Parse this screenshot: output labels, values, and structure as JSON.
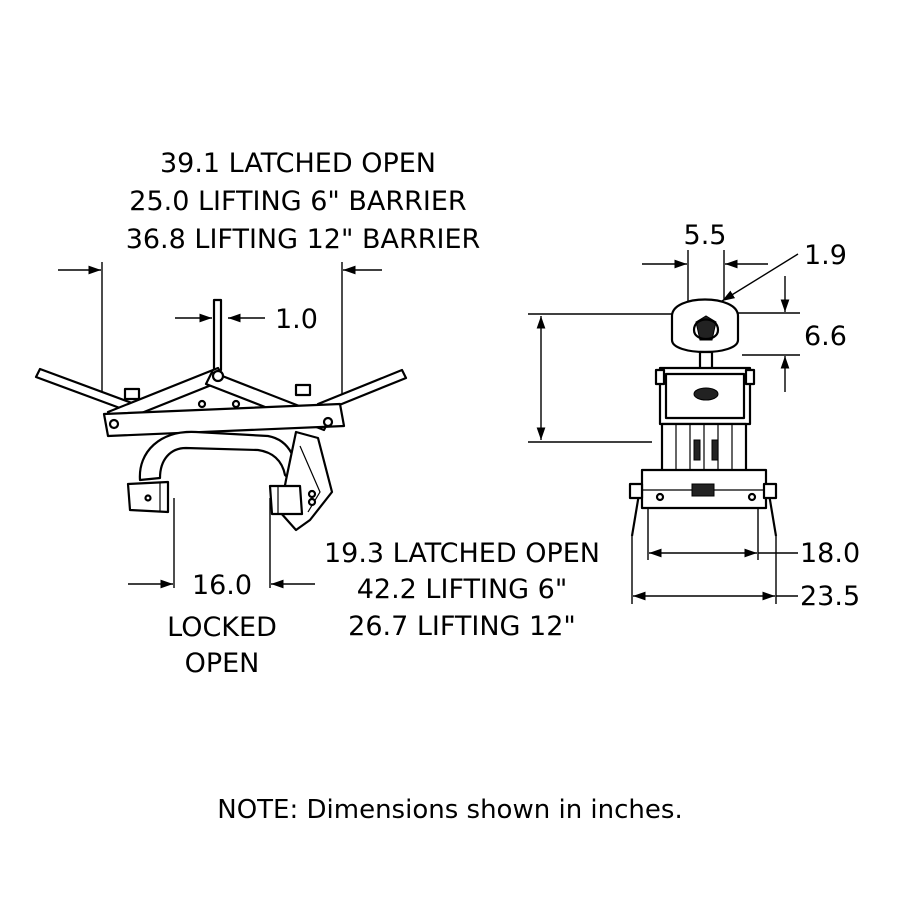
{
  "left_view": {
    "top_dimension": {
      "lines": [
        "39.1 LATCHED OPEN",
        "25.0 LIFTING 6\" BARRIER",
        "36.8 LIFTING 12\" BARRIER"
      ]
    },
    "bail_offset": "1.0",
    "bottom_left_dimension": {
      "value": "16.0",
      "lines": [
        "LOCKED",
        "OPEN"
      ]
    },
    "bottom_right_dimension": {
      "lines": [
        "19.3 LATCHED OPEN",
        "42.2 LIFTING 6\"",
        "26.7 LIFTING 12\""
      ]
    }
  },
  "right_view": {
    "top_width": "5.5",
    "eye_offset": "1.9",
    "eye_height": "6.6",
    "inner_width": "18.0",
    "outer_width": "23.5"
  },
  "note": "NOTE: Dimensions shown in inches."
}
